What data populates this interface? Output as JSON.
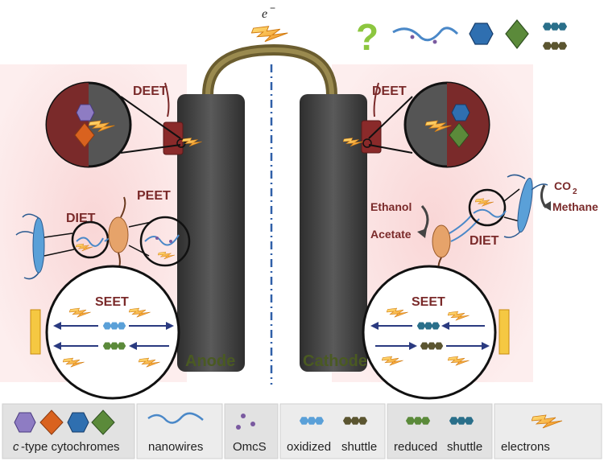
{
  "diagram": {
    "electron_symbol": "e",
    "electron_superscript": "−",
    "question_mark": "?",
    "electrodes": {
      "anode": "Anode",
      "cathode": "Cathode"
    },
    "labels": {
      "deet_left": "DEET",
      "deet_right": "DEET",
      "peet": "PEET",
      "diet_left": "DIET",
      "diet_right": "DIET",
      "seet_left": "SEET",
      "seet_right": "SEET",
      "ethanol": "Ethanol",
      "acetate": "Acetate",
      "co2_main": "CO",
      "co2_sub": "2",
      "methane": "Methane"
    },
    "legend": {
      "cytochromes_prefix": "c",
      "cytochromes_rest": "-type  cytochromes",
      "nanowires": "nanowires",
      "omcs": "OmcS",
      "oxidized": "oxidized",
      "shuttle_1": "shuttle",
      "reduced": "reduced",
      "shuttle_2": "shuttle",
      "electrons": "electrons"
    },
    "colors": {
      "electrode": "#4a4a4a",
      "wire": "#7a6a3a",
      "biofilm_pink": "#f7c8c8",
      "dark_red": "#7a2a2a",
      "olive": "#4a5a22",
      "cytochrome_purple": "#8e7cc3",
      "cytochrome_orange": "#d9621f",
      "cytochrome_blue": "#2f6fb0",
      "cytochrome_green": "#5b8a3a",
      "nanowire_blue": "#4a88c8",
      "legend_bg": "#e9e9e9",
      "lightning": "#f5b431"
    }
  }
}
